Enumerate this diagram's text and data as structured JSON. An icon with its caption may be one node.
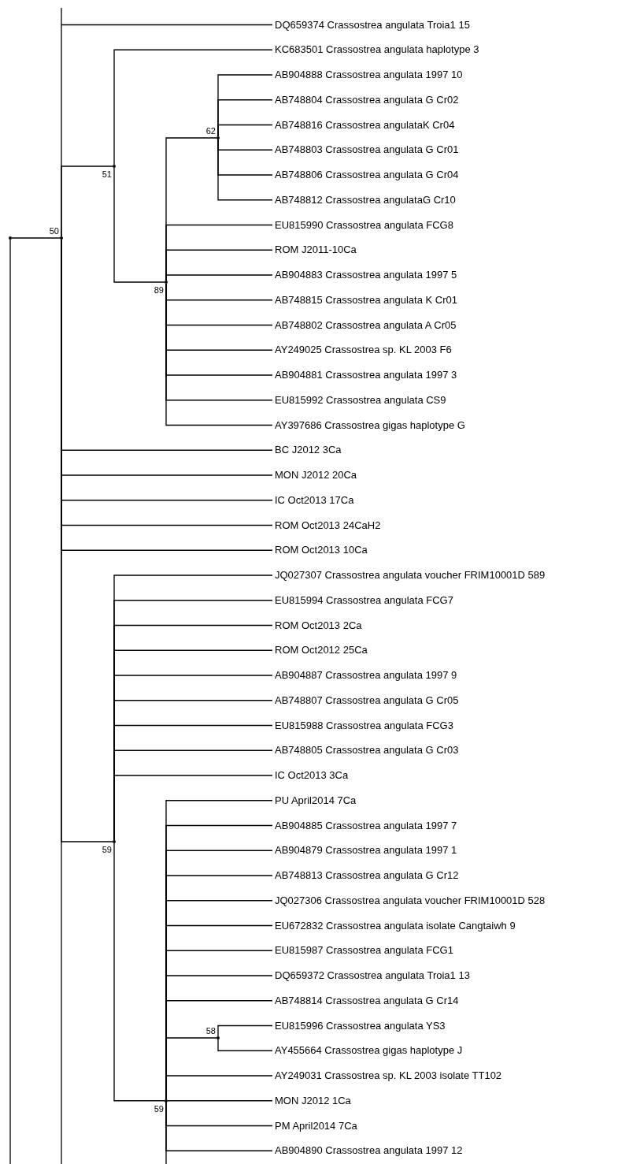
{
  "diagram": {
    "nodes": [
      {
        "text": [],
        "shape": "point"
      },
      {
        "text": [],
        "shape": "point",
        "beside": [
          "50"
        ]
      },
      {
        "text": [
          "DQ659374 Crassostrea angulata Troia1 15"
        ]
      },
      {
        "text": [],
        "shape": "point",
        "beside": [
          "51"
        ]
      },
      {
        "text": [
          "KC683501 Crassostrea angulata haplotype 3"
        ]
      },
      {
        "text": [],
        "shape": "point",
        "beside": [
          "89"
        ]
      },
      {
        "text": [],
        "shape": "point",
        "beside": [
          "62"
        ]
      },
      {
        "text": [
          "AB904888 Crassostrea angulata 1997 10"
        ]
      },
      {
        "text": [
          "AB748804 Crassostrea angulata G Cr02"
        ]
      },
      {
        "text": [
          "AB748816 Crassostrea angulataK Cr04"
        ]
      },
      {
        "text": [
          "AB748803 Crassostrea angulata G Cr01"
        ]
      },
      {
        "text": [
          "AB748806 Crassostrea angulata G Cr04"
        ]
      },
      {
        "text": [
          "AB748812 Crassostrea angulataG Cr10"
        ]
      },
      {
        "text": [
          "EU815990 Crassostrea angulata FCG8"
        ]
      },
      {
        "text": [
          "ROM J2011-10Ca"
        ]
      },
      {
        "text": [
          "AB904883 Crassostrea angulata 1997 5"
        ]
      },
      {
        "text": [
          "AB748815 Crassostrea angulata K Cr01"
        ]
      },
      {
        "text": [
          "AB748802 Crassostrea angulata A Cr05"
        ]
      },
      {
        "text": [
          "AY249025 Crassostrea sp. KL 2003 F6"
        ]
      },
      {
        "text": [
          "AB904881 Crassostrea angulata 1997 3"
        ]
      },
      {
        "text": [
          "EU815992 Crassostrea angulata CS9"
        ]
      },
      {
        "text": [
          "AY397686 Crassostrea gigas haplotype G"
        ]
      },
      {
        "text": [
          "BC J2012 3Ca"
        ]
      },
      {
        "text": [
          "MON J2012 20Ca"
        ]
      },
      {
        "text": [
          "IC Oct2013 17Ca"
        ]
      },
      {
        "text": [
          "ROM Oct2013 24CaH2"
        ]
      },
      {
        "text": [
          "ROM Oct2013 10Ca"
        ]
      },
      {
        "text": [],
        "shape": "point",
        "beside": [
          "59"
        ]
      },
      {
        "text": [
          "JQ027307 Crassostrea angulata voucher FRIM10001D 589"
        ]
      },
      {
        "text": [
          "EU815994 Crassostrea angulata FCG7"
        ]
      },
      {
        "text": [
          "ROM Oct2013 2Ca"
        ]
      },
      {
        "text": [
          "ROM Oct2012 25Ca"
        ]
      },
      {
        "text": [
          "AB904887 Crassostrea angulata 1997 9"
        ]
      },
      {
        "text": [
          "AB748807 Crassostrea angulata G Cr05"
        ]
      },
      {
        "text": [
          "EU815988 Crassostrea angulata FCG3"
        ]
      },
      {
        "text": [
          "AB748805 Crassostrea angulata G Cr03"
        ]
      },
      {
        "text": [
          "IC Oct2013 3Ca"
        ]
      },
      {
        "text": [],
        "shape": "point",
        "beside": [
          "59"
        ]
      },
      {
        "text": [
          "PU April2014 7Ca"
        ]
      },
      {
        "text": [
          "AB904885 Crassostrea angulata 1997 7"
        ]
      },
      {
        "text": [
          "AB904879 Crassostrea angulata 1997 1"
        ]
      },
      {
        "text": [
          "AB748813 Crassostrea angulata G Cr12"
        ]
      },
      {
        "text": [
          "JQ027306 Crassostrea angulata voucher FRIM10001D 528"
        ]
      },
      {
        "text": [
          "EU672832 Crassostrea angulata isolate Cangtaiwh 9"
        ]
      },
      {
        "text": [
          "EU815987 Crassostrea angulata FCG1"
        ]
      },
      {
        "text": [
          "DQ659372 Crassostrea angulata Troia1 13"
        ]
      },
      {
        "text": [
          "AB748814 Crassostrea angulata G Cr14"
        ]
      },
      {
        "text": [],
        "shape": "point",
        "beside": [
          "58"
        ]
      },
      {
        "text": [
          "EU815996 Crassostrea angulata YS3"
        ]
      },
      {
        "text": [
          "AY455664 Crassostrea gigas haplotype J"
        ]
      },
      {
        "text": [
          "AY249031 Crassostrea sp. KL 2003 isolate TT102"
        ]
      },
      {
        "text": [
          "MON J2012 1Ca"
        ]
      },
      {
        "text": [
          "PM April2014 7Ca"
        ]
      },
      {
        "text": [
          "AB904890 Crassostrea angulata 1997 12"
        ]
      }
    ],
    "edges": [
      {
        "from": 0,
        "to": 1,
        "arrow": "none"
      },
      {
        "from": 0,
        "to": null,
        "arrow": "none"
      },
      {
        "from": 1,
        "to": 2,
        "arrow": "none"
      },
      {
        "from": 1,
        "to": 3,
        "arrow": "none"
      },
      {
        "from": 3,
        "to": 4,
        "arrow": "none"
      },
      {
        "from": 3,
        "to": 5,
        "arrow": "none"
      },
      {
        "from": 5,
        "to": 6,
        "arrow": "none"
      },
      {
        "from": 6,
        "to": 7,
        "arrow": "none"
      },
      {
        "from": 6,
        "to": 8,
        "arrow": "none"
      },
      {
        "from": 6,
        "to": 9,
        "arrow": "none"
      },
      {
        "from": 6,
        "to": 10,
        "arrow": "none"
      },
      {
        "from": 6,
        "to": 11,
        "arrow": "none"
      },
      {
        "from": 6,
        "to": 12,
        "arrow": "none"
      },
      {
        "from": 5,
        "to": 13,
        "arrow": "none"
      },
      {
        "from": 5,
        "to": 14,
        "arrow": "none"
      },
      {
        "from": 5,
        "to": 15,
        "arrow": "none"
      },
      {
        "from": 5,
        "to": 16,
        "arrow": "none"
      },
      {
        "from": 5,
        "to": 17,
        "arrow": "none"
      },
      {
        "from": 5,
        "to": 18,
        "arrow": "none"
      },
      {
        "from": 5,
        "to": 19,
        "arrow": "none"
      },
      {
        "from": 5,
        "to": 20,
        "arrow": "none"
      },
      {
        "from": 5,
        "to": 21,
        "arrow": "none"
      },
      {
        "from": 1,
        "to": 22,
        "arrow": "none"
      },
      {
        "from": 1,
        "to": 23,
        "arrow": "none"
      },
      {
        "from": 1,
        "to": 24,
        "arrow": "none"
      },
      {
        "from": 1,
        "to": 25,
        "arrow": "none"
      },
      {
        "from": 1,
        "to": 26,
        "arrow": "none"
      },
      {
        "from": 1,
        "to": 27,
        "arrow": "none"
      },
      {
        "from": 27,
        "to": 28,
        "arrow": "none"
      },
      {
        "from": 27,
        "to": 29,
        "arrow": "none"
      },
      {
        "from": 27,
        "to": 30,
        "arrow": "none"
      },
      {
        "from": 27,
        "to": 31,
        "arrow": "none"
      },
      {
        "from": 27,
        "to": 32,
        "arrow": "none"
      },
      {
        "from": 27,
        "to": 33,
        "arrow": "none"
      },
      {
        "from": 27,
        "to": 34,
        "arrow": "none"
      },
      {
        "from": 27,
        "to": 35,
        "arrow": "none"
      },
      {
        "from": 27,
        "to": 36,
        "arrow": "none"
      },
      {
        "from": 27,
        "to": 37,
        "arrow": "none"
      },
      {
        "from": 37,
        "to": 38,
        "arrow": "none"
      },
      {
        "from": 37,
        "to": 39,
        "arrow": "none"
      },
      {
        "from": 37,
        "to": 40,
        "arrow": "none"
      },
      {
        "from": 37,
        "to": 41,
        "arrow": "none"
      },
      {
        "from": 37,
        "to": 42,
        "arrow": "none"
      },
      {
        "from": 37,
        "to": 43,
        "arrow": "none"
      },
      {
        "from": 37,
        "to": 44,
        "arrow": "none"
      },
      {
        "from": 37,
        "to": 45,
        "arrow": "none"
      },
      {
        "from": 37,
        "to": 46,
        "arrow": "none"
      },
      {
        "from": 37,
        "to": 47,
        "arrow": "none"
      },
      {
        "from": 47,
        "to": 48,
        "arrow": "none"
      },
      {
        "from": 47,
        "to": 49,
        "arrow": "none"
      },
      {
        "from": 37,
        "to": 50,
        "arrow": "none"
      },
      {
        "from": 37,
        "to": 51,
        "arrow": "none"
      },
      {
        "from": 37,
        "to": 52,
        "arrow": "none"
      },
      {
        "from": 37,
        "to": 53,
        "arrow": "none"
      },
      {
        "from": 1,
        "to": null,
        "arrow": "none"
      },
      {
        "from": 37,
        "to": null,
        "arrow": "none"
      }
    ]
  }
}
